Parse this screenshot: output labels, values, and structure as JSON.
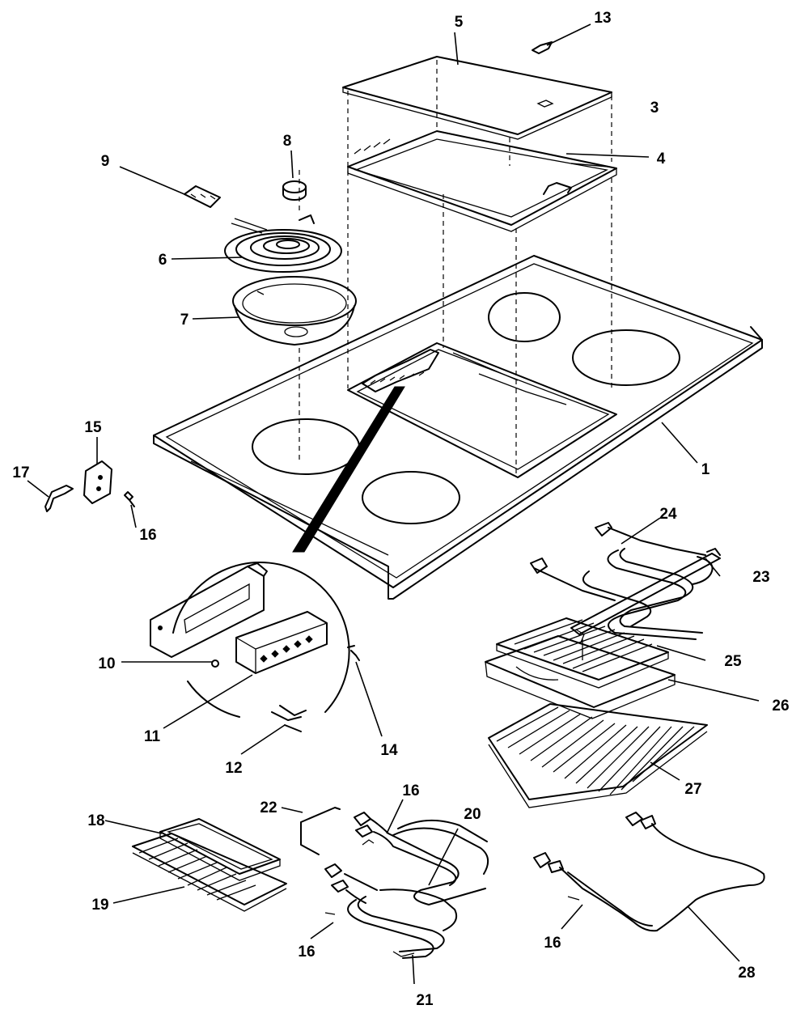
{
  "diagram": {
    "callouts": [
      {
        "id": "c1",
        "text": "1"
      },
      {
        "id": "c3",
        "text": "3"
      },
      {
        "id": "c4",
        "text": "4"
      },
      {
        "id": "c5",
        "text": "5"
      },
      {
        "id": "c6",
        "text": "6"
      },
      {
        "id": "c7",
        "text": "7"
      },
      {
        "id": "c8",
        "text": "8"
      },
      {
        "id": "c9",
        "text": "9"
      },
      {
        "id": "c10",
        "text": "10"
      },
      {
        "id": "c11",
        "text": "11"
      },
      {
        "id": "c12",
        "text": "12"
      },
      {
        "id": "c13",
        "text": "13"
      },
      {
        "id": "c14",
        "text": "14"
      },
      {
        "id": "c15",
        "text": "15"
      },
      {
        "id": "c16a",
        "text": "16"
      },
      {
        "id": "c16b",
        "text": "16"
      },
      {
        "id": "c16c",
        "text": "16"
      },
      {
        "id": "c16d",
        "text": "16"
      },
      {
        "id": "c17",
        "text": "17"
      },
      {
        "id": "c18",
        "text": "18"
      },
      {
        "id": "c19",
        "text": "19"
      },
      {
        "id": "c20",
        "text": "20"
      },
      {
        "id": "c21",
        "text": "21"
      },
      {
        "id": "c22",
        "text": "22"
      },
      {
        "id": "c23",
        "text": "23"
      },
      {
        "id": "c24",
        "text": "24"
      },
      {
        "id": "c25",
        "text": "25"
      },
      {
        "id": "c26",
        "text": "26"
      },
      {
        "id": "c27",
        "text": "27"
      },
      {
        "id": "c28",
        "text": "28"
      }
    ]
  }
}
